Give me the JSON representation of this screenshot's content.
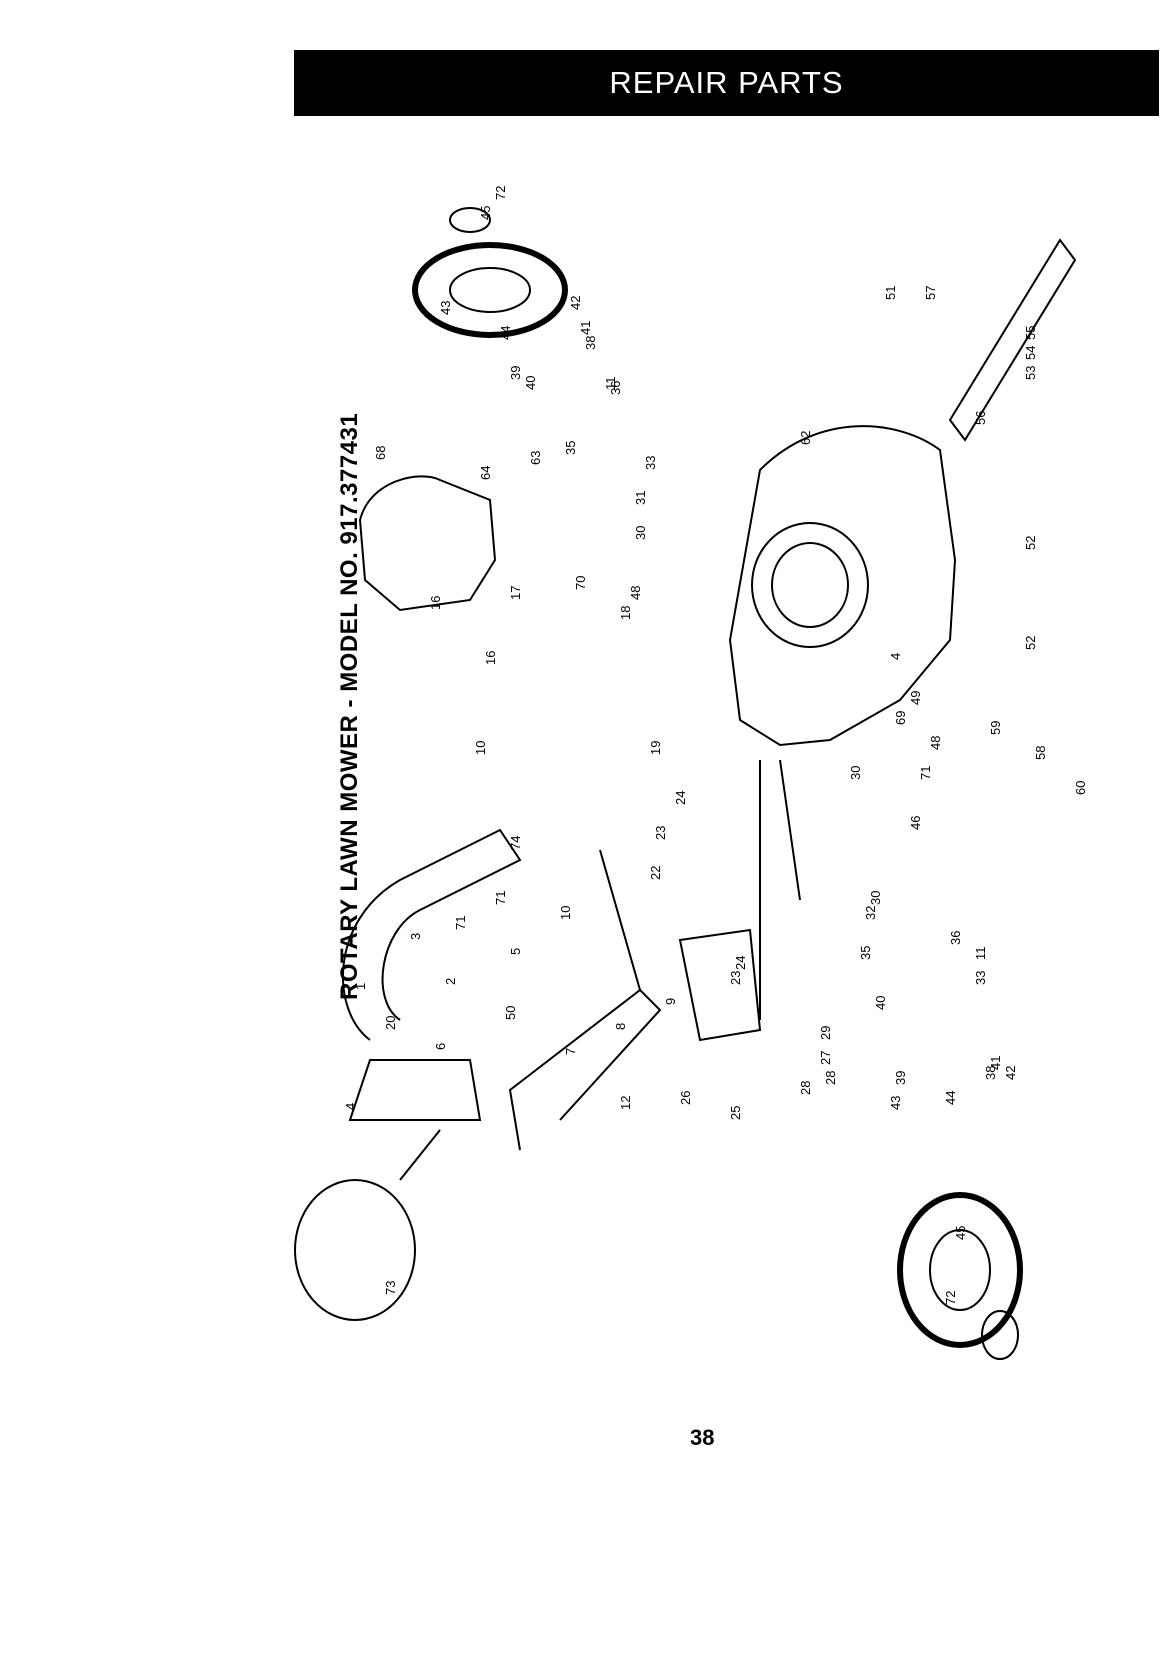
{
  "header": {
    "title": "REPAIR PARTS"
  },
  "diagram": {
    "title": "ROTARY LAWN MOWER - MODEL NO. 917.377431",
    "callouts": [
      "1",
      "2",
      "3",
      "4",
      "4",
      "5",
      "6",
      "7",
      "8",
      "9",
      "10",
      "10",
      "11",
      "11",
      "12",
      "16",
      "16",
      "17",
      "18",
      "19",
      "20",
      "22",
      "23",
      "23",
      "24",
      "24",
      "25",
      "26",
      "27",
      "28",
      "28",
      "29",
      "30",
      "30",
      "30",
      "31",
      "32",
      "33",
      "33",
      "35",
      "35",
      "36",
      "36",
      "38",
      "38",
      "39",
      "39",
      "40",
      "40",
      "41",
      "41",
      "42",
      "42",
      "43",
      "43",
      "44",
      "44",
      "45",
      "45",
      "46",
      "48",
      "48",
      "49",
      "50",
      "51",
      "52",
      "52",
      "53",
      "54",
      "55",
      "56",
      "57",
      "58",
      "59",
      "60",
      "62",
      "63",
      "64",
      "68",
      "69",
      "70",
      "71",
      "71",
      "71",
      "72",
      "72",
      "73",
      "74"
    ]
  },
  "footer": {
    "page_number": "38"
  },
  "colors": {
    "header_background": "#000000",
    "header_text": "#ffffff",
    "line_art": "#000000"
  }
}
